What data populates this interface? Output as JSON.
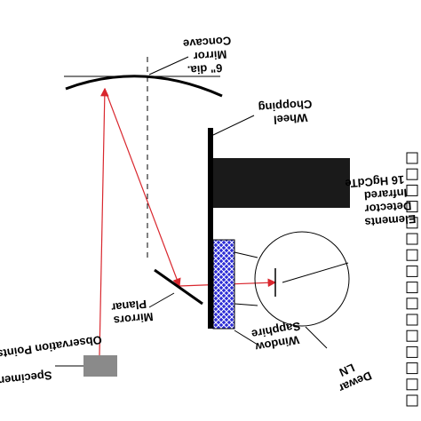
{
  "labels": {
    "concave_mirror": [
      "6\" dia.",
      "Mirror",
      "Concave"
    ],
    "chopping_wheel": [
      "Wheel",
      "Chopping"
    ],
    "detector": [
      "Elements",
      "Detector",
      "Infrared",
      "16 HgCdTe"
    ],
    "planar_mirrors": [
      "Mirrors",
      "Planar"
    ],
    "observation_points": [
      "Observation Points"
    ],
    "specimen": [
      "Specimen"
    ],
    "sapphire_window": [
      "Window",
      "Sapphire"
    ],
    "ln_dewar": [
      "Dewar",
      "LN"
    ]
  },
  "detector_element_count": 16,
  "colors": {
    "beam": "#d9272e",
    "ink": "#000000",
    "window_fill": "#2b2bd6",
    "specimen_fill": "#8a8a8a",
    "motor_block": "#1a1a1a"
  },
  "icons": {
    "observation_point": "circle-marker-icon",
    "beam_arrow": "red-arrow-icon"
  }
}
